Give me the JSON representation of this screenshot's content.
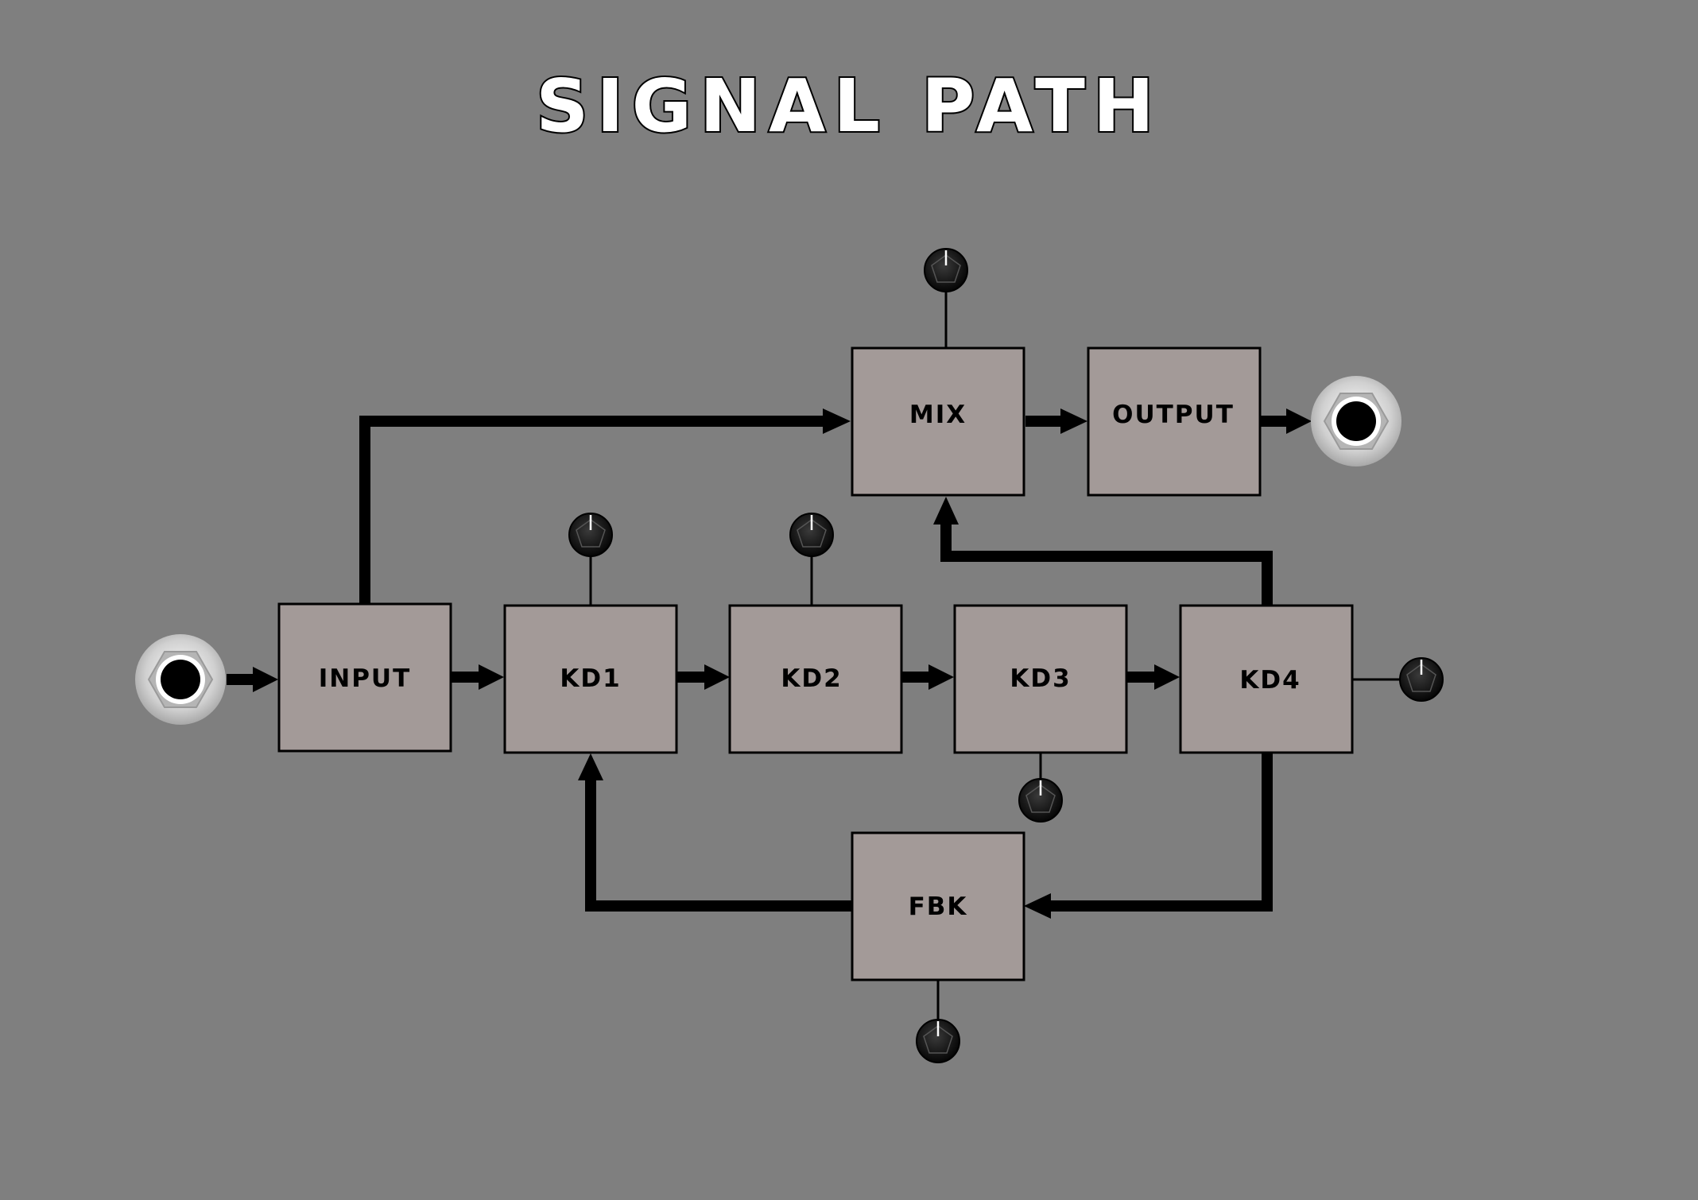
{
  "title": "SIGNAL PATH",
  "blocks": {
    "input": "INPUT",
    "kd1": "KD1",
    "kd2": "KD2",
    "kd3": "KD3",
    "kd4": "KD4",
    "mix": "MIX",
    "output": "OUTPUT",
    "fbk": "FBK"
  },
  "icons": {
    "input_jack": "input-jack-icon",
    "output_jack": "output-jack-icon",
    "knob": "knob-icon"
  },
  "colors": {
    "background": "#7f7f7f",
    "block_fill": "#a39a98",
    "line": "#000000",
    "title_fill": "#ffffff"
  }
}
